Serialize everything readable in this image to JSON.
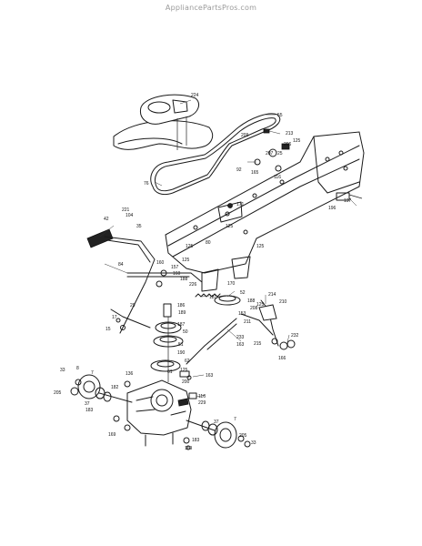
{
  "watermark": "AppliancePartsPros.com",
  "callouts": [
    {
      "id": "c224",
      "text": "224"
    },
    {
      "id": "c55",
      "text": "55"
    },
    {
      "id": "c213",
      "text": "213"
    },
    {
      "id": "c209",
      "text": "209"
    },
    {
      "id": "c206",
      "text": "206"
    },
    {
      "id": "c207",
      "text": "207"
    },
    {
      "id": "c25",
      "text": "25"
    },
    {
      "id": "c125a",
      "text": "125"
    },
    {
      "id": "c92",
      "text": "92"
    },
    {
      "id": "c165",
      "text": "165"
    },
    {
      "id": "c116",
      "text": "116"
    },
    {
      "id": "c197",
      "text": "197"
    },
    {
      "id": "c196",
      "text": "196"
    },
    {
      "id": "c76",
      "text": "76"
    },
    {
      "id": "c221",
      "text": "221"
    },
    {
      "id": "c104",
      "text": "104"
    },
    {
      "id": "c42",
      "text": "42"
    },
    {
      "id": "c35",
      "text": "35"
    },
    {
      "id": "c171",
      "text": "171"
    },
    {
      "id": "c125b",
      "text": "125"
    },
    {
      "id": "c80",
      "text": "80"
    },
    {
      "id": "c125c",
      "text": "125"
    },
    {
      "id": "c125d",
      "text": "125"
    },
    {
      "id": "c84",
      "text": "84"
    },
    {
      "id": "c160",
      "text": "160"
    },
    {
      "id": "c157",
      "text": "157"
    },
    {
      "id": "c125e",
      "text": "125"
    },
    {
      "id": "c160b",
      "text": "160"
    },
    {
      "id": "c188",
      "text": "188"
    },
    {
      "id": "c226",
      "text": "226"
    },
    {
      "id": "c181",
      "text": "181"
    },
    {
      "id": "c170",
      "text": "170"
    },
    {
      "id": "c214",
      "text": "214"
    },
    {
      "id": "c210",
      "text": "210"
    },
    {
      "id": "c52",
      "text": "52"
    },
    {
      "id": "c29",
      "text": "29"
    },
    {
      "id": "c186",
      "text": "186"
    },
    {
      "id": "c189",
      "text": "189"
    },
    {
      "id": "c188b",
      "text": "188"
    },
    {
      "id": "c208",
      "text": "208"
    },
    {
      "id": "c125f",
      "text": "125"
    },
    {
      "id": "c153",
      "text": "153"
    },
    {
      "id": "c17",
      "text": "17"
    },
    {
      "id": "c15",
      "text": "15"
    },
    {
      "id": "c187",
      "text": "187"
    },
    {
      "id": "c50",
      "text": "50"
    },
    {
      "id": "c211",
      "text": "211"
    },
    {
      "id": "c215",
      "text": "215"
    },
    {
      "id": "c233",
      "text": "233"
    },
    {
      "id": "c163",
      "text": "163"
    },
    {
      "id": "c232",
      "text": "232"
    },
    {
      "id": "c166",
      "text": "166"
    },
    {
      "id": "c51",
      "text": "51"
    },
    {
      "id": "c190",
      "text": "190"
    },
    {
      "id": "c62",
      "text": "62"
    },
    {
      "id": "c61",
      "text": "61"
    },
    {
      "id": "c125g",
      "text": "125"
    },
    {
      "id": "c163b",
      "text": "163"
    },
    {
      "id": "c33a",
      "text": "33"
    },
    {
      "id": "c8",
      "text": "8"
    },
    {
      "id": "c7a",
      "text": "7"
    },
    {
      "id": "c136",
      "text": "136"
    },
    {
      "id": "c200",
      "text": "200"
    },
    {
      "id": "c205a",
      "text": "205"
    },
    {
      "id": "c37a",
      "text": "37"
    },
    {
      "id": "c183a",
      "text": "183"
    },
    {
      "id": "c182",
      "text": "182"
    },
    {
      "id": "c116b",
      "text": "116"
    },
    {
      "id": "c229",
      "text": "229"
    },
    {
      "id": "c169a",
      "text": "169"
    },
    {
      "id": "c169b",
      "text": "169"
    },
    {
      "id": "c183b",
      "text": "183"
    },
    {
      "id": "c37b",
      "text": "37"
    },
    {
      "id": "c7b",
      "text": "7"
    },
    {
      "id": "c205b",
      "text": "205"
    },
    {
      "id": "c33b",
      "text": "33"
    }
  ]
}
